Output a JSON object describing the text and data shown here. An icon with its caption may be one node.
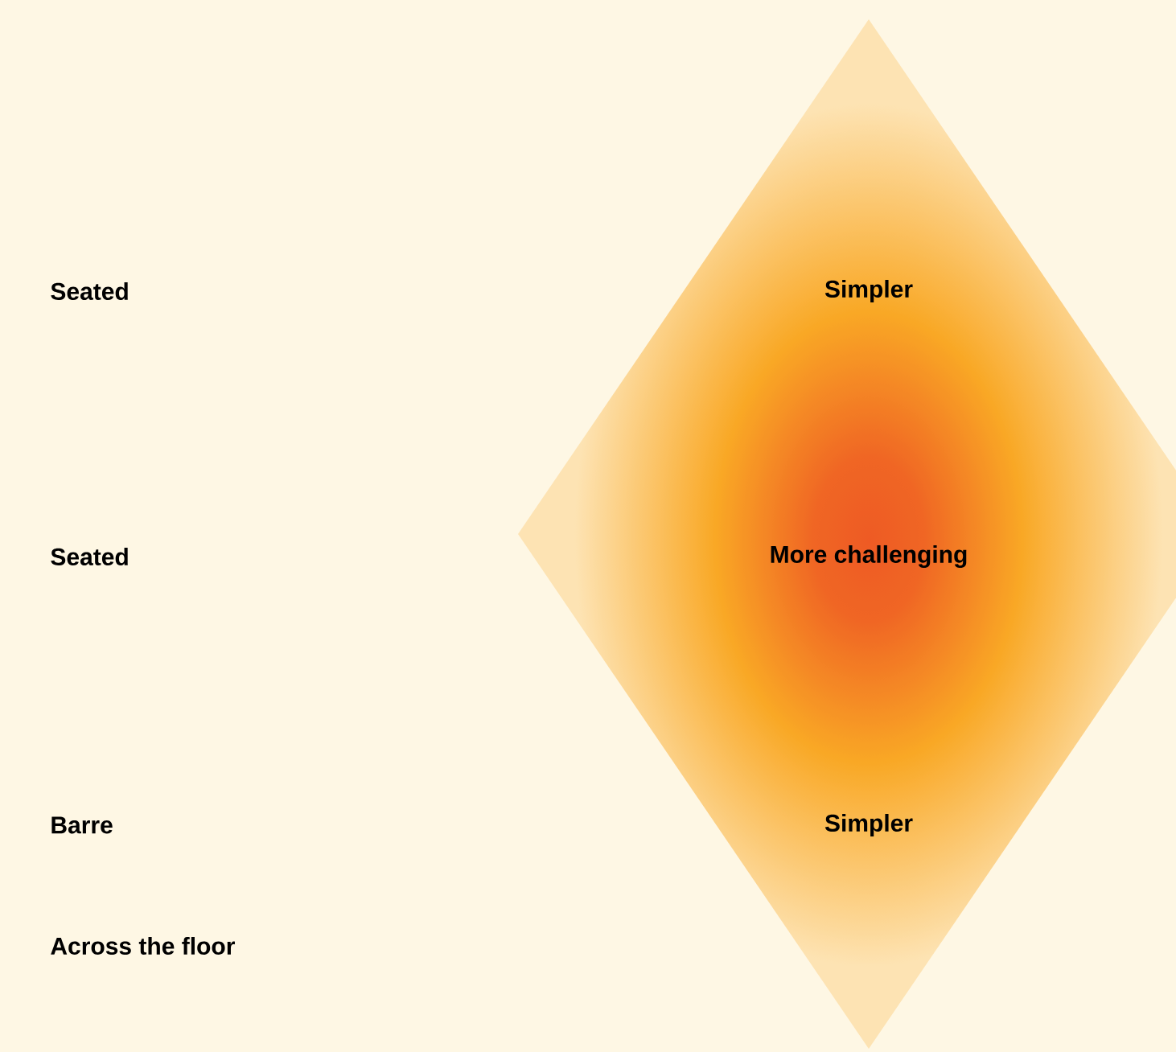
{
  "diagram": {
    "nodes": [
      {
        "text": [
          "Simpler",
          "More challenging",
          "Simpler"
        ]
      }
    ],
    "labels": [
      "Seated",
      "Seated",
      "Barre",
      "Across the floor"
    ]
  }
}
